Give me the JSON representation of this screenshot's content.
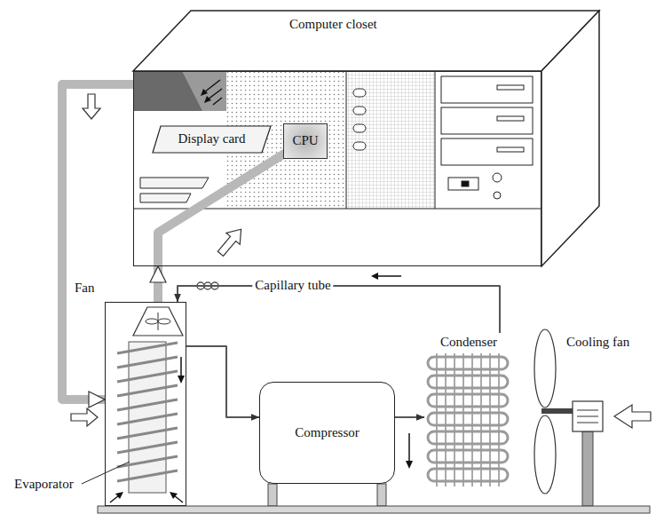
{
  "diagram": {
    "nodes": [
      {
        "text": [
          "Computer closet"
        ]
      },
      {
        "text": [
          "Display card"
        ],
        "in": 0
      },
      {
        "text": [
          "CPU"
        ],
        "in": 0
      },
      {
        "text": [
          "Evaporator"
        ]
      },
      {
        "text": [
          "Compressor"
        ]
      },
      {
        "text": [
          "Condenser"
        ]
      }
    ],
    "edges": [
      {
        "from": 3,
        "to": 0,
        "arrow": "to"
      },
      {
        "from": 0,
        "to": 3,
        "arrow": "to"
      },
      {
        "from": 3,
        "to": 4,
        "arrow": "to"
      },
      {
        "from": 4,
        "to": 5,
        "arrow": "to"
      },
      {
        "from": 5,
        "to": 3,
        "label": "Capillary tube",
        "arrow": "to"
      }
    ],
    "labels": [
      "Fan",
      "Cooling fan"
    ]
  }
}
